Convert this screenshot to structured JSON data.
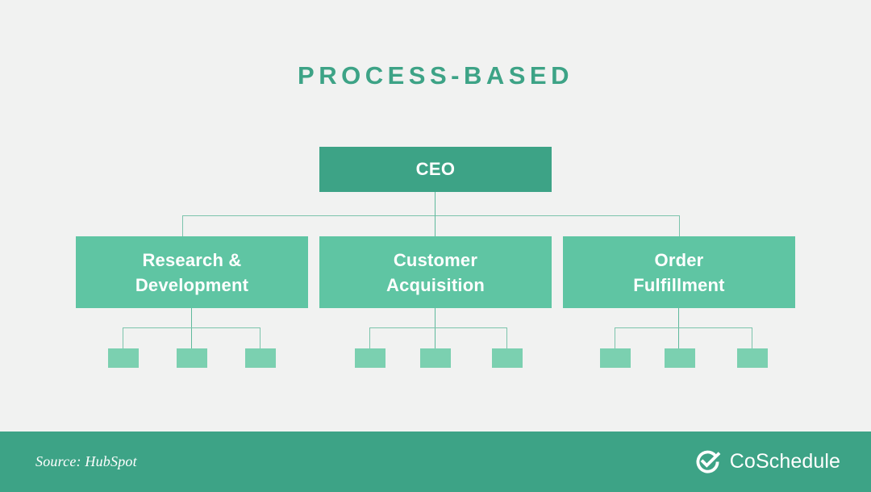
{
  "title": "PROCESS-BASED",
  "colors": {
    "background": "#f1f2f1",
    "root_green": "#3da386",
    "dept_green": "#5fc5a3",
    "leaf_green": "#7bd0b0",
    "connector": "#5fb99c",
    "footer_green": "#3da386",
    "text_on_green": "#ffffff",
    "title_green": "#3da386"
  },
  "org_chart": {
    "type": "diagram",
    "root": {
      "label": "CEO"
    },
    "departments": [
      {
        "label": "Research & Development",
        "label_lines": [
          "Research &",
          "Development"
        ],
        "leaf_count": 3
      },
      {
        "label": "Customer Acquisition",
        "label_lines": [
          "Customer",
          "Acquisition"
        ],
        "leaf_count": 3
      },
      {
        "label": "Order Fulfillment",
        "label_lines": [
          "Order",
          "Fulfillment"
        ],
        "leaf_count": 3
      }
    ]
  },
  "footer": {
    "source": "Source: HubSpot",
    "brand_name": "CoSchedule",
    "brand_icon": "check-circle-icon"
  }
}
